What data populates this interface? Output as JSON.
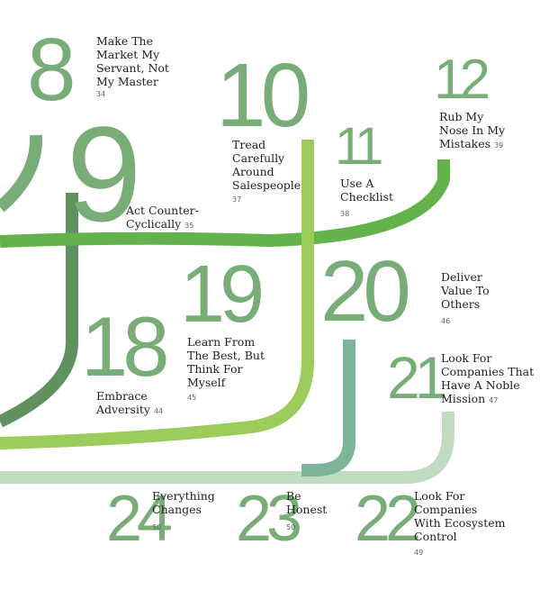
{
  "colors": {
    "numeral": "#78ad78",
    "line_bright": "#63b24b",
    "line_dark": "#5f925e",
    "line_lime": "#9ccd5c",
    "line_teal": "#7db49a",
    "line_pale": "#c2dcc2",
    "text": "#222222"
  },
  "items": [
    {
      "num": "8",
      "title": "Make The\nMarket My\nServant, Not\nMy Master",
      "page": "34"
    },
    {
      "num": "9",
      "title": "Act Counter-\nCyclically",
      "page": "35"
    },
    {
      "num": "10",
      "title": "Tread\nCarefully\nAround\nSalespeople",
      "page": "37"
    },
    {
      "num": "11",
      "title": "Use A\nChecklist",
      "page": "38"
    },
    {
      "num": "12",
      "title": "Rub My\nNose In My\nMistakes",
      "page": "39"
    },
    {
      "num": "18",
      "title": "Embrace\nAdversity",
      "page": "44"
    },
    {
      "num": "19",
      "title": "Learn From\nThe Best, But\nThink For\nMyself",
      "page": "45"
    },
    {
      "num": "20",
      "title": "Deliver\nValue To\nOthers",
      "page": "46"
    },
    {
      "num": "21",
      "title": "Look For\nCompanies That\nHave A Noble\nMission",
      "page": "47"
    },
    {
      "num": "24",
      "title": "Everything\nChanges",
      "page": "50"
    },
    {
      "num": "23",
      "title": "Be\nHonest",
      "page": "50"
    },
    {
      "num": "22",
      "title": "Look For\nCompanies\nWith Ecosystem\nControl",
      "page": "49"
    }
  ]
}
